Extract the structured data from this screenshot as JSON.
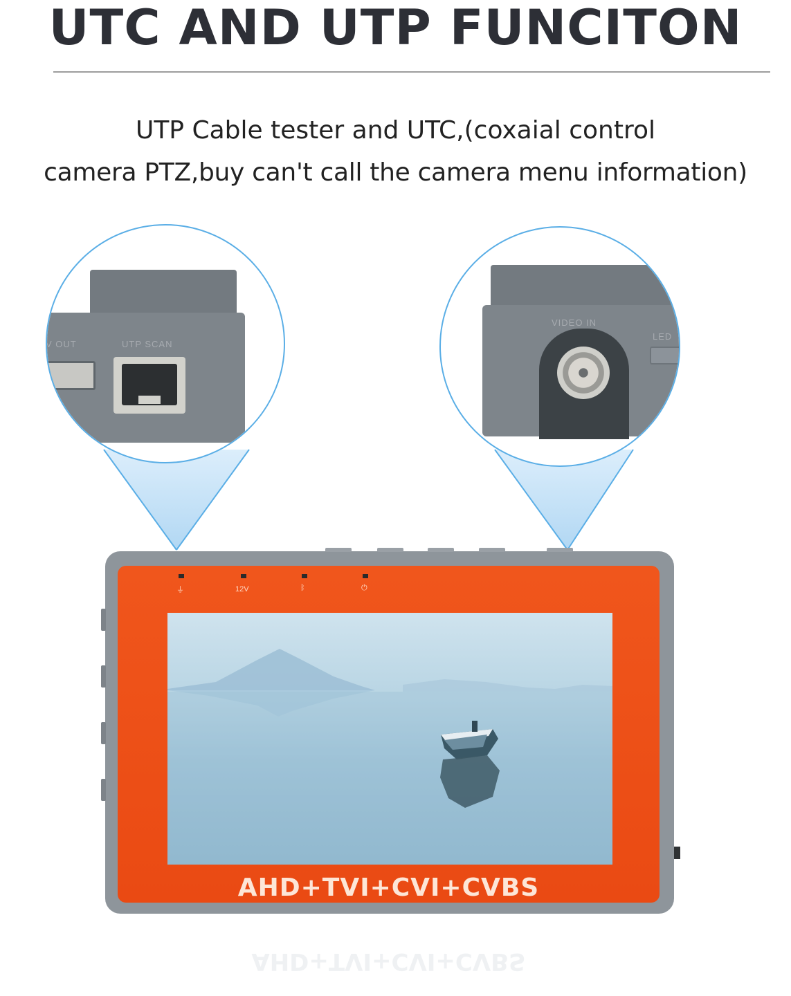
{
  "header": {
    "title": "UTC AND UTP FUNCITON"
  },
  "description": {
    "line1": "UTP Cable tester and UTC,(coxaial control",
    "line2": "camera PTZ,buy can't call the camera menu information)"
  },
  "zoom_left": {
    "label_out": "V OUT",
    "label_scan": "UTP SCAN"
  },
  "zoom_right": {
    "label_video": "VIDEO IN",
    "label_led": "LED"
  },
  "device": {
    "indicator_12v": "12V",
    "brand_text": "AHD+TVI+CVI+CVBS"
  },
  "colors": {
    "accent_orange": "#ee4f16",
    "circle_blue": "#5aaee6",
    "device_gray": "#8e959b"
  }
}
